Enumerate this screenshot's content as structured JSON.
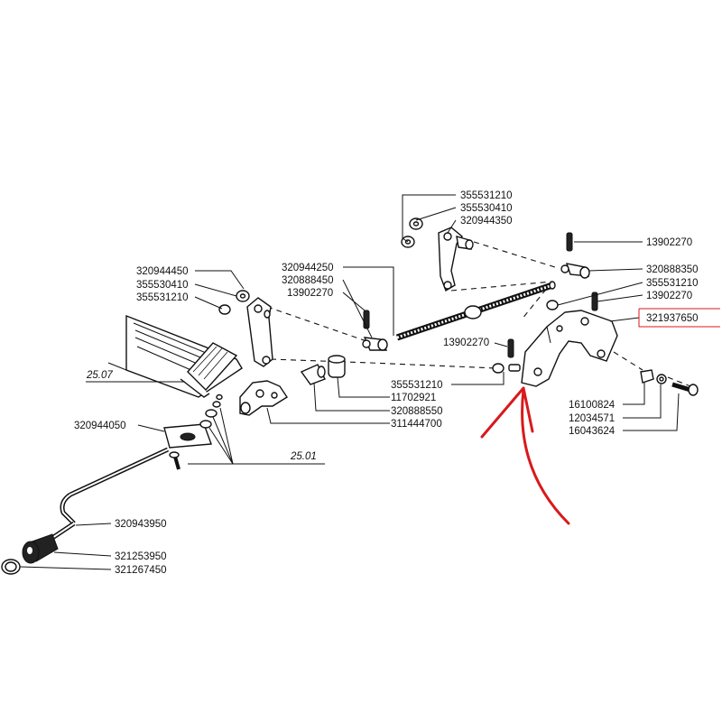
{
  "labels": {
    "p355531210_a": "355531210",
    "p355530410_a": "355530410",
    "p320944350": "320944350",
    "p13902270_a": "13902270",
    "p320888350": "320888350",
    "p355531210_b": "355531210",
    "p13902270_b": "13902270",
    "p321937650": "321937650",
    "p320944450": "320944450",
    "p355530410_b": "355530410",
    "p355531210_c": "355531210",
    "p320944250": "320944250",
    "p320888450": "320888450",
    "p13902270_c": "13902270",
    "p13902270_d": "13902270",
    "p355531210_d": "355531210",
    "p11702921": "11702921",
    "p320888550": "320888550",
    "p311444700": "311444700",
    "p16100824": "16100824",
    "p12034571": "12034571",
    "p16043624": "16043624",
    "p320944050": "320944050",
    "p320943950": "320943950",
    "p321253950": "321253950",
    "p321267450": "321267450"
  },
  "references": {
    "ref_2507": "25.07",
    "ref_2501": "25.01"
  },
  "annotations": {
    "highlight_color": "#d9191c",
    "arrow_color": "#d9191c"
  }
}
